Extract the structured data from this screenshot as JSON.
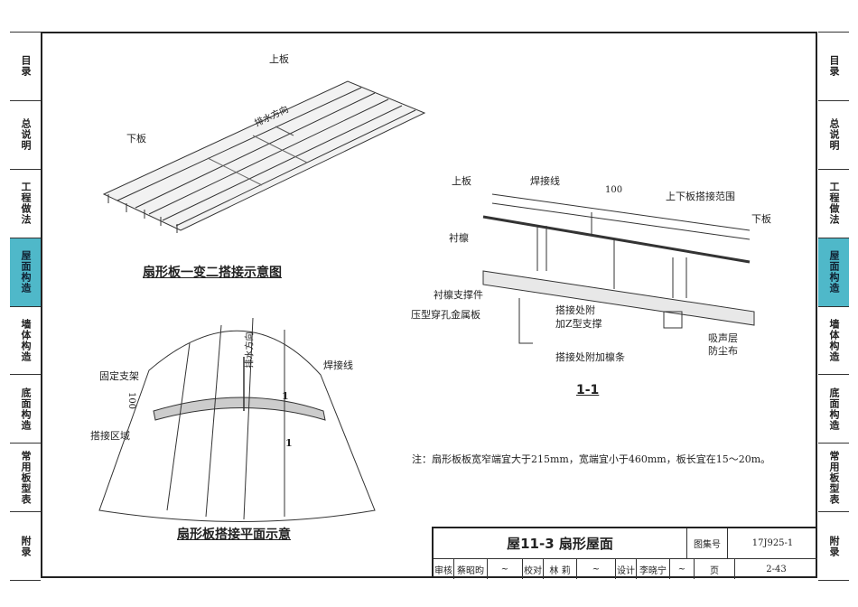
{
  "nav": {
    "tabs": [
      "目录",
      "总说明",
      "工程做法",
      "屋面构造",
      "墙体构造",
      "底面构造",
      "常用板型表",
      "附录"
    ],
    "active": "屋面构造",
    "active_color": "#4fb8c9"
  },
  "fig1": {
    "caption": "扇形板一变二搭接示意图",
    "labels": {
      "upper": "上板",
      "lower": "下板",
      "drain": "排水方向"
    }
  },
  "fig2": {
    "caption": "扇形板搭接平面示意",
    "labels": {
      "bracket": "固定支架",
      "drain": "排水方向",
      "weld": "焊接线",
      "dim": "100",
      "zone": "搭接区域",
      "sec1": "1",
      "sec2": "1"
    }
  },
  "fig3": {
    "caption": "1-1",
    "labels": {
      "upper": "上板",
      "weld": "焊接线",
      "dim": "100",
      "overlap": "上下板搭接范围",
      "lower": "下板",
      "purlin": "衬檩",
      "support": "衬檩支撑件",
      "perforated": "压型穿孔金属板",
      "zsupport1": "搭接处附",
      "zsupport2": "加Z型支撑",
      "extra_purlin": "搭接处附加檩条",
      "absorb": "吸声层",
      "dust": "防尘布"
    }
  },
  "note": "注：扇形板板宽窄端宜大于215mm，宽端宜小于460mm，板长宜在15～20m。",
  "titleblock": {
    "title": "屋11-3  扇形屋面",
    "atlas_label": "图集号",
    "atlas_no": "17J925-1",
    "review": "审核",
    "reviewer": "蔡昭昀",
    "check": "校对",
    "checker": "林 莉",
    "design": "设计",
    "designer": "李晓宁",
    "page_label": "页",
    "page_no": "2-43"
  }
}
